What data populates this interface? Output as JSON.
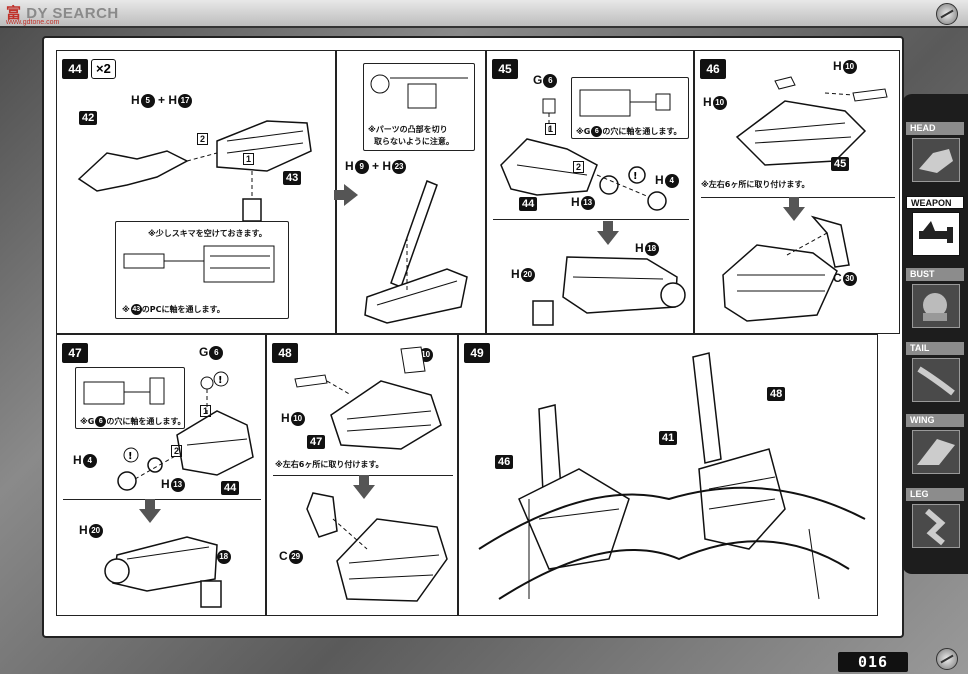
{
  "site": {
    "logo_part1": "富",
    "logo_part2": "DY SEARCH",
    "url": "www.gdtone.com"
  },
  "page_number": "016",
  "sidebar": {
    "items": [
      {
        "label": "HEAD",
        "active": false
      },
      {
        "label": "WEAPON",
        "active": true
      },
      {
        "label": "BUST",
        "active": false
      },
      {
        "label": "TAIL",
        "active": false
      },
      {
        "label": "WING",
        "active": false
      },
      {
        "label": "LEG",
        "active": false
      }
    ]
  },
  "steps": {
    "s44": {
      "number": "44",
      "multiplier": "×2",
      "parts_top": "H",
      "p5": "5",
      "plus": "+",
      "h2": "H",
      "p17": "17",
      "part42": "42",
      "part43": "43",
      "seq1": "1",
      "seq2": "2",
      "note1": "※少しスキマを空けておきます。",
      "note2_pre": "※",
      "note2_num": "43",
      "note2_post": "のPCに軸を通します。"
    },
    "s44b": {
      "parts": "H",
      "p9": "9",
      "plus": "+",
      "h2": "H",
      "p23": "23",
      "note": "※パーツの凸部を切り",
      "note2": "取らないように注意。"
    },
    "s45": {
      "number": "45",
      "g": "G",
      "g6": "6",
      "seq1": "1",
      "seq2": "2",
      "h13": "H",
      "p13": "13",
      "h4": "H",
      "p4": "4",
      "part44": "44",
      "note_pre": "※G",
      "note_num": "6",
      "note_post": "の穴に軸を通します。",
      "h18": "H",
      "p18": "18",
      "h20": "H",
      "p20": "20"
    },
    "s46": {
      "number": "46",
      "h10a": "H",
      "p10a": "10",
      "h10b": "H",
      "p10b": "10",
      "part45": "45",
      "note": "※左右6ヶ所に取り付けます。",
      "c30": "C",
      "p30": "30"
    },
    "s47": {
      "number": "47",
      "g": "G",
      "g6": "6",
      "seq1": "1",
      "seq2": "2",
      "h4": "H",
      "p4": "4",
      "h13": "H",
      "p13": "13",
      "part44": "44",
      "note_pre": "※G",
      "note_num": "6",
      "note_post": "の穴に軸を通します。",
      "h20": "H",
      "p20": "20",
      "h18": "H",
      "p18": "18"
    },
    "s48": {
      "number": "48",
      "h10a": "H",
      "p10a": "10",
      "h10b": "H",
      "p10b": "10",
      "part47": "47",
      "note": "※左右6ヶ所に取り付けます。",
      "c29": "C",
      "p29": "29"
    },
    "s49": {
      "number": "49",
      "part46": "46",
      "part41": "41",
      "part48": "48"
    }
  },
  "colors": {
    "ink": "#111111",
    "panel_border": "#222222",
    "arrow": "#555555",
    "frame": "#6e6e6e"
  }
}
